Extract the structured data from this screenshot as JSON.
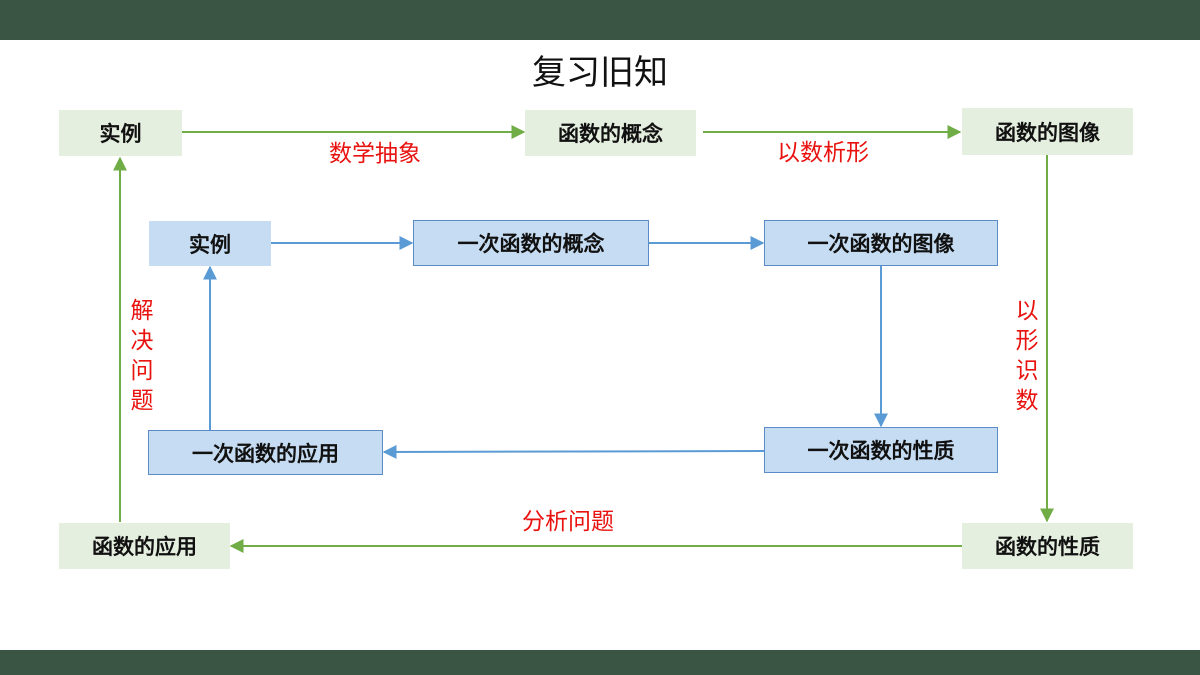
{
  "title": "复习旧知",
  "outer": {
    "example": "实例",
    "concept": "函数的概念",
    "graph": "函数的图像",
    "property": "函数的性质",
    "application": "函数的应用"
  },
  "inner": {
    "example": "实例",
    "concept": "一次函数的概念",
    "graph": "一次函数的图像",
    "property": "一次函数的性质",
    "application": "一次函数的应用"
  },
  "labels": {
    "abstraction": "数学抽象",
    "number_to_shape": "以数析形",
    "shape_to_number": "以形识数",
    "analyze": "分析问题",
    "solve": "解决问题"
  },
  "colors": {
    "band": "#3a5543",
    "outer_box": "#e5efdf",
    "outer_arrow": "#70ad47",
    "inner_box": "#c6dcf2",
    "inner_arrow": "#5b9bd5",
    "label": "#e8120f"
  }
}
